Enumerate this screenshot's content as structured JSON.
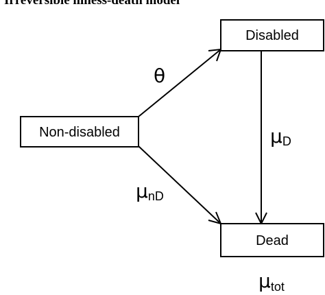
{
  "title": "Irreversible illness-death model",
  "states": {
    "non_disabled": "Non-disabled",
    "disabled": "Disabled",
    "dead": "Dead"
  },
  "transitions": {
    "theta": {
      "symbol": "θ"
    },
    "mu_d": {
      "symbol": "μ",
      "subscript": "D"
    },
    "mu_nd": {
      "symbol": "μ",
      "subscript": "nD"
    },
    "mu_tot": {
      "symbol": "μ",
      "subscript": "tot"
    }
  }
}
